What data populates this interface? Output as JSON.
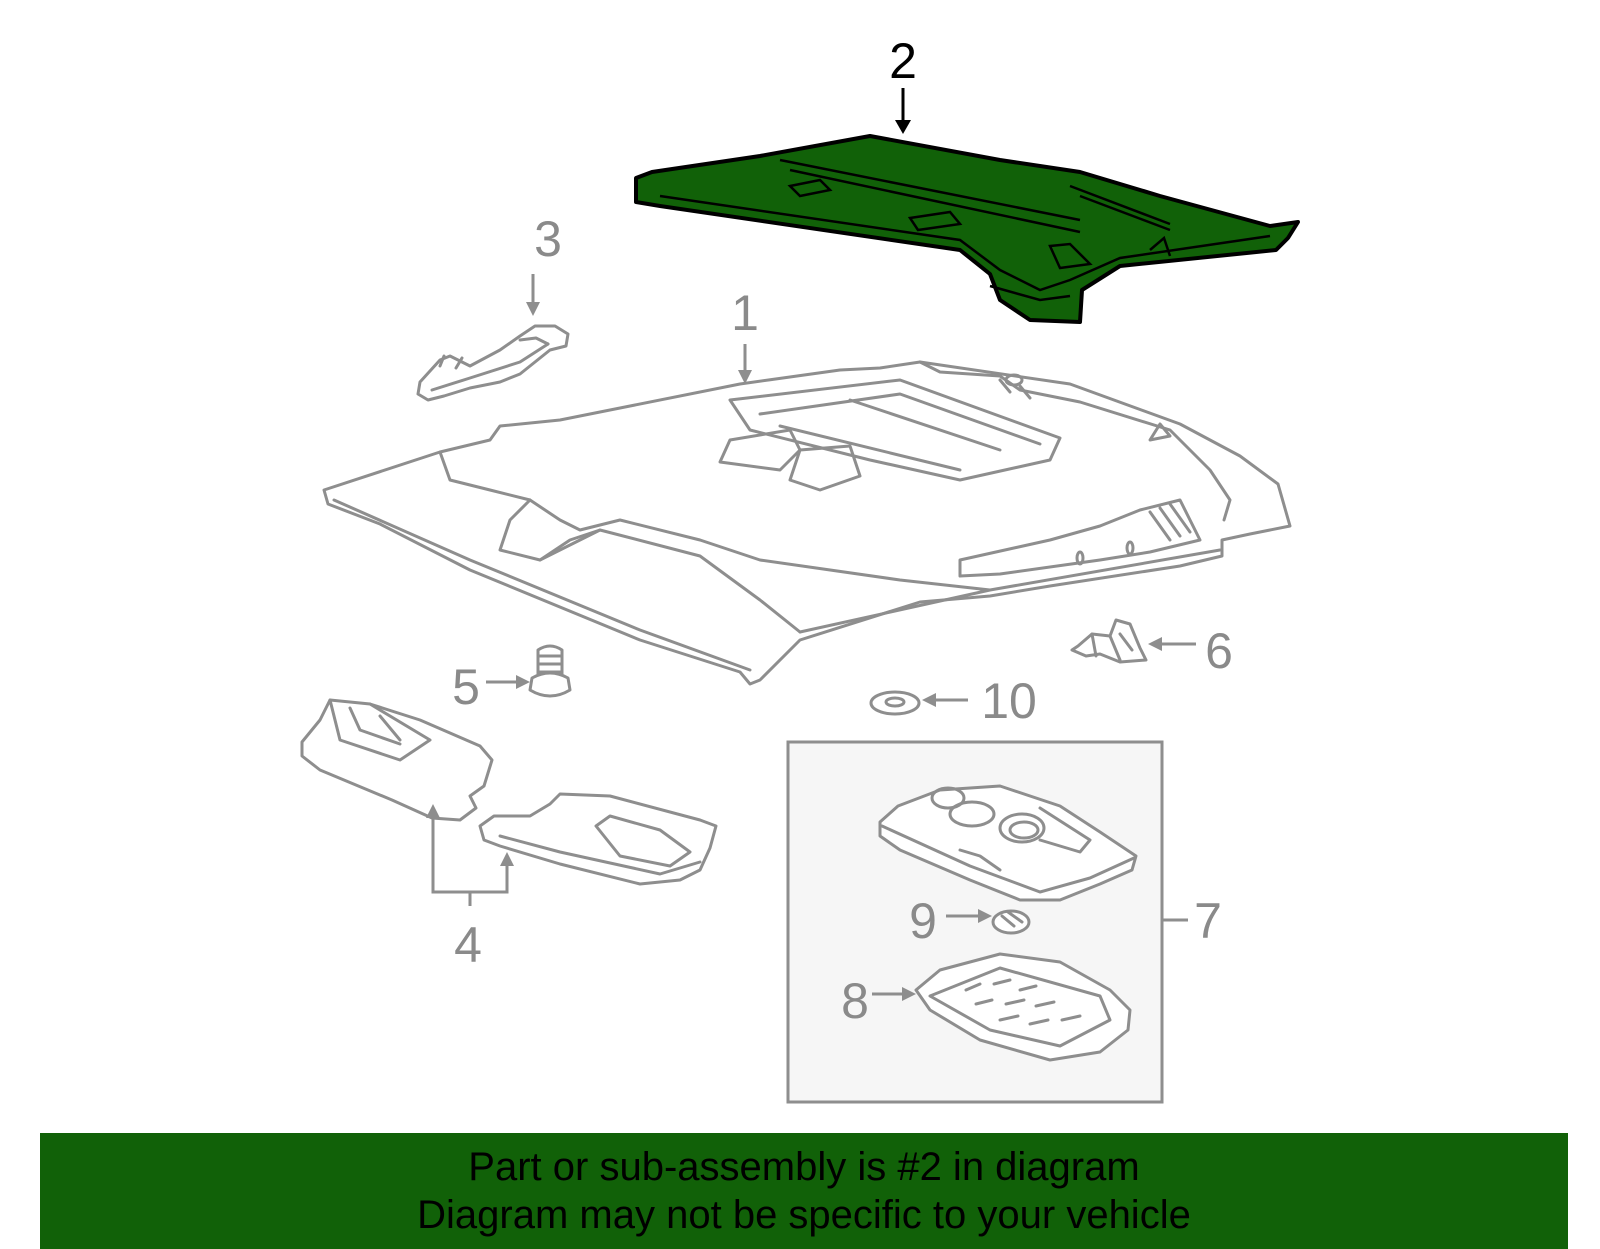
{
  "diagram": {
    "highlight_color": "#116108",
    "callouts": {
      "c1": "1",
      "c2": "2",
      "c3": "3",
      "c4": "4",
      "c5": "5",
      "c6": "6",
      "c7": "7",
      "c8": "8",
      "c9": "9",
      "c10": "10"
    },
    "highlighted_part": "2"
  },
  "banner": {
    "line1": "Part or sub-assembly is #2 in diagram",
    "line2": "Diagram may not be specific to your vehicle",
    "background": "#116108"
  }
}
